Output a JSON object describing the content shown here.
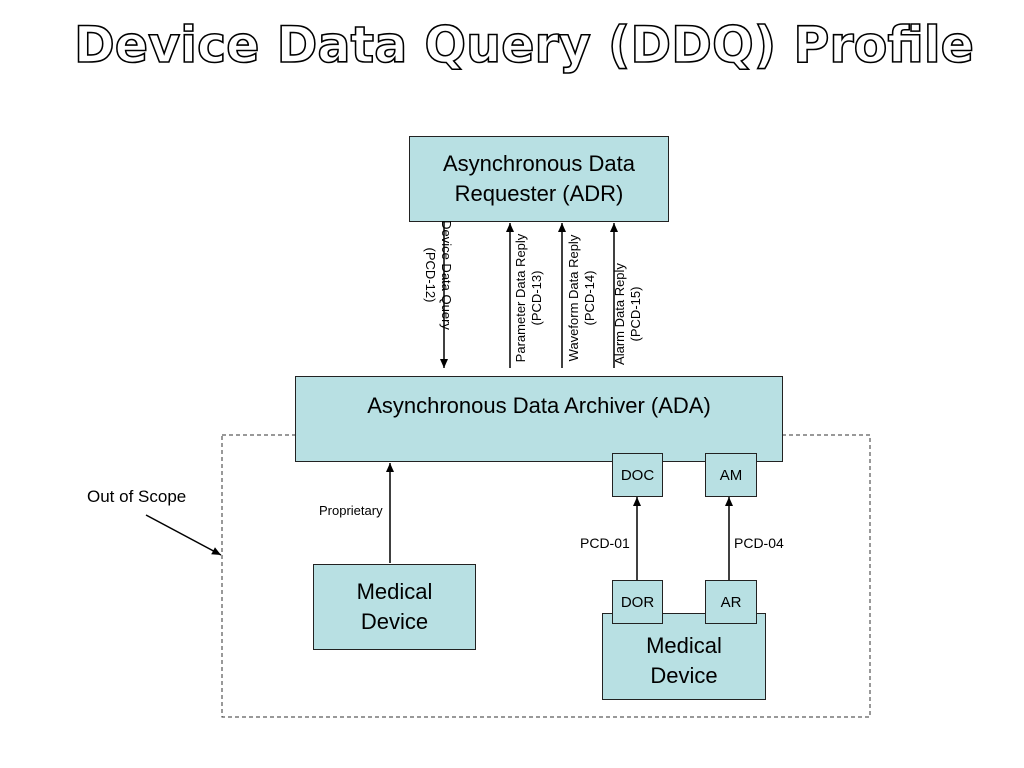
{
  "title": "Device Data Query (DDQ) Profile",
  "boxes": {
    "adr_line1": "Asynchronous Data",
    "adr_line2": "Requester (ADR)",
    "ada": "Asynchronous Data Archiver (ADA)",
    "doc": "DOC",
    "am": "AM",
    "dor": "DOR",
    "ar": "AR",
    "medical_device_1_line1": "Medical",
    "medical_device_1_line2": "Device",
    "medical_device_2_line1": "Medical",
    "medical_device_2_line2": "Device"
  },
  "arrows": {
    "device_data_query_line1": "Device Data Query",
    "device_data_query_line2": "(PCD-12)",
    "parameter_reply_line1": "Parameter Data Reply",
    "parameter_reply_line2": "(PCD-13)",
    "waveform_reply_line1": "Waveform Data Reply",
    "waveform_reply_line2": "(PCD-14)",
    "alarm_reply_line1": "Alarm Data Reply",
    "alarm_reply_line2": "(PCD-15)",
    "proprietary": "Proprietary",
    "pcd01": "PCD-01",
    "pcd04": "PCD-04"
  },
  "out_of_scope": "Out of Scope",
  "colors": {
    "box_fill": "#b8e0e3",
    "stroke": "#222222"
  }
}
